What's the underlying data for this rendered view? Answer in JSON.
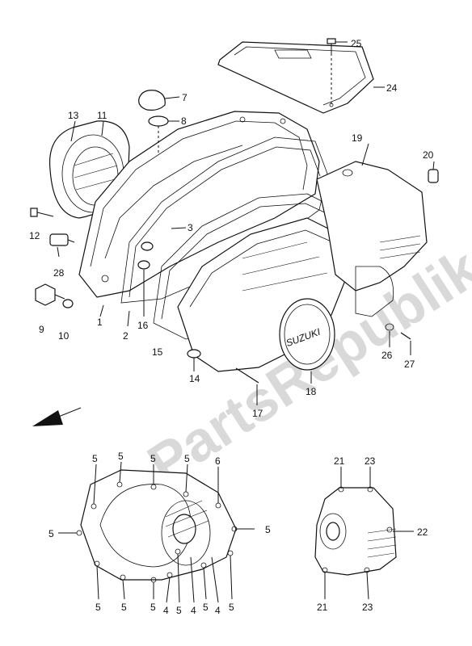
{
  "watermark": "PartsRepublik",
  "logo_text": "SUZUKI",
  "labels": {
    "l1": "1",
    "l2": "2",
    "l3": "3",
    "l7": "7",
    "l8": "8",
    "l9": "9",
    "l10": "10",
    "l11": "11",
    "l12": "12",
    "l13": "13",
    "l14": "14",
    "l15": "15",
    "l16": "16",
    "l17": "17",
    "l18": "18",
    "l19": "19",
    "l20": "20",
    "l24": "24",
    "l25": "25",
    "l26": "26",
    "l27": "27",
    "l28": "28",
    "g4": "4",
    "g5": "5",
    "g6": "6",
    "g21": "21",
    "g22": "22",
    "g23": "23"
  }
}
